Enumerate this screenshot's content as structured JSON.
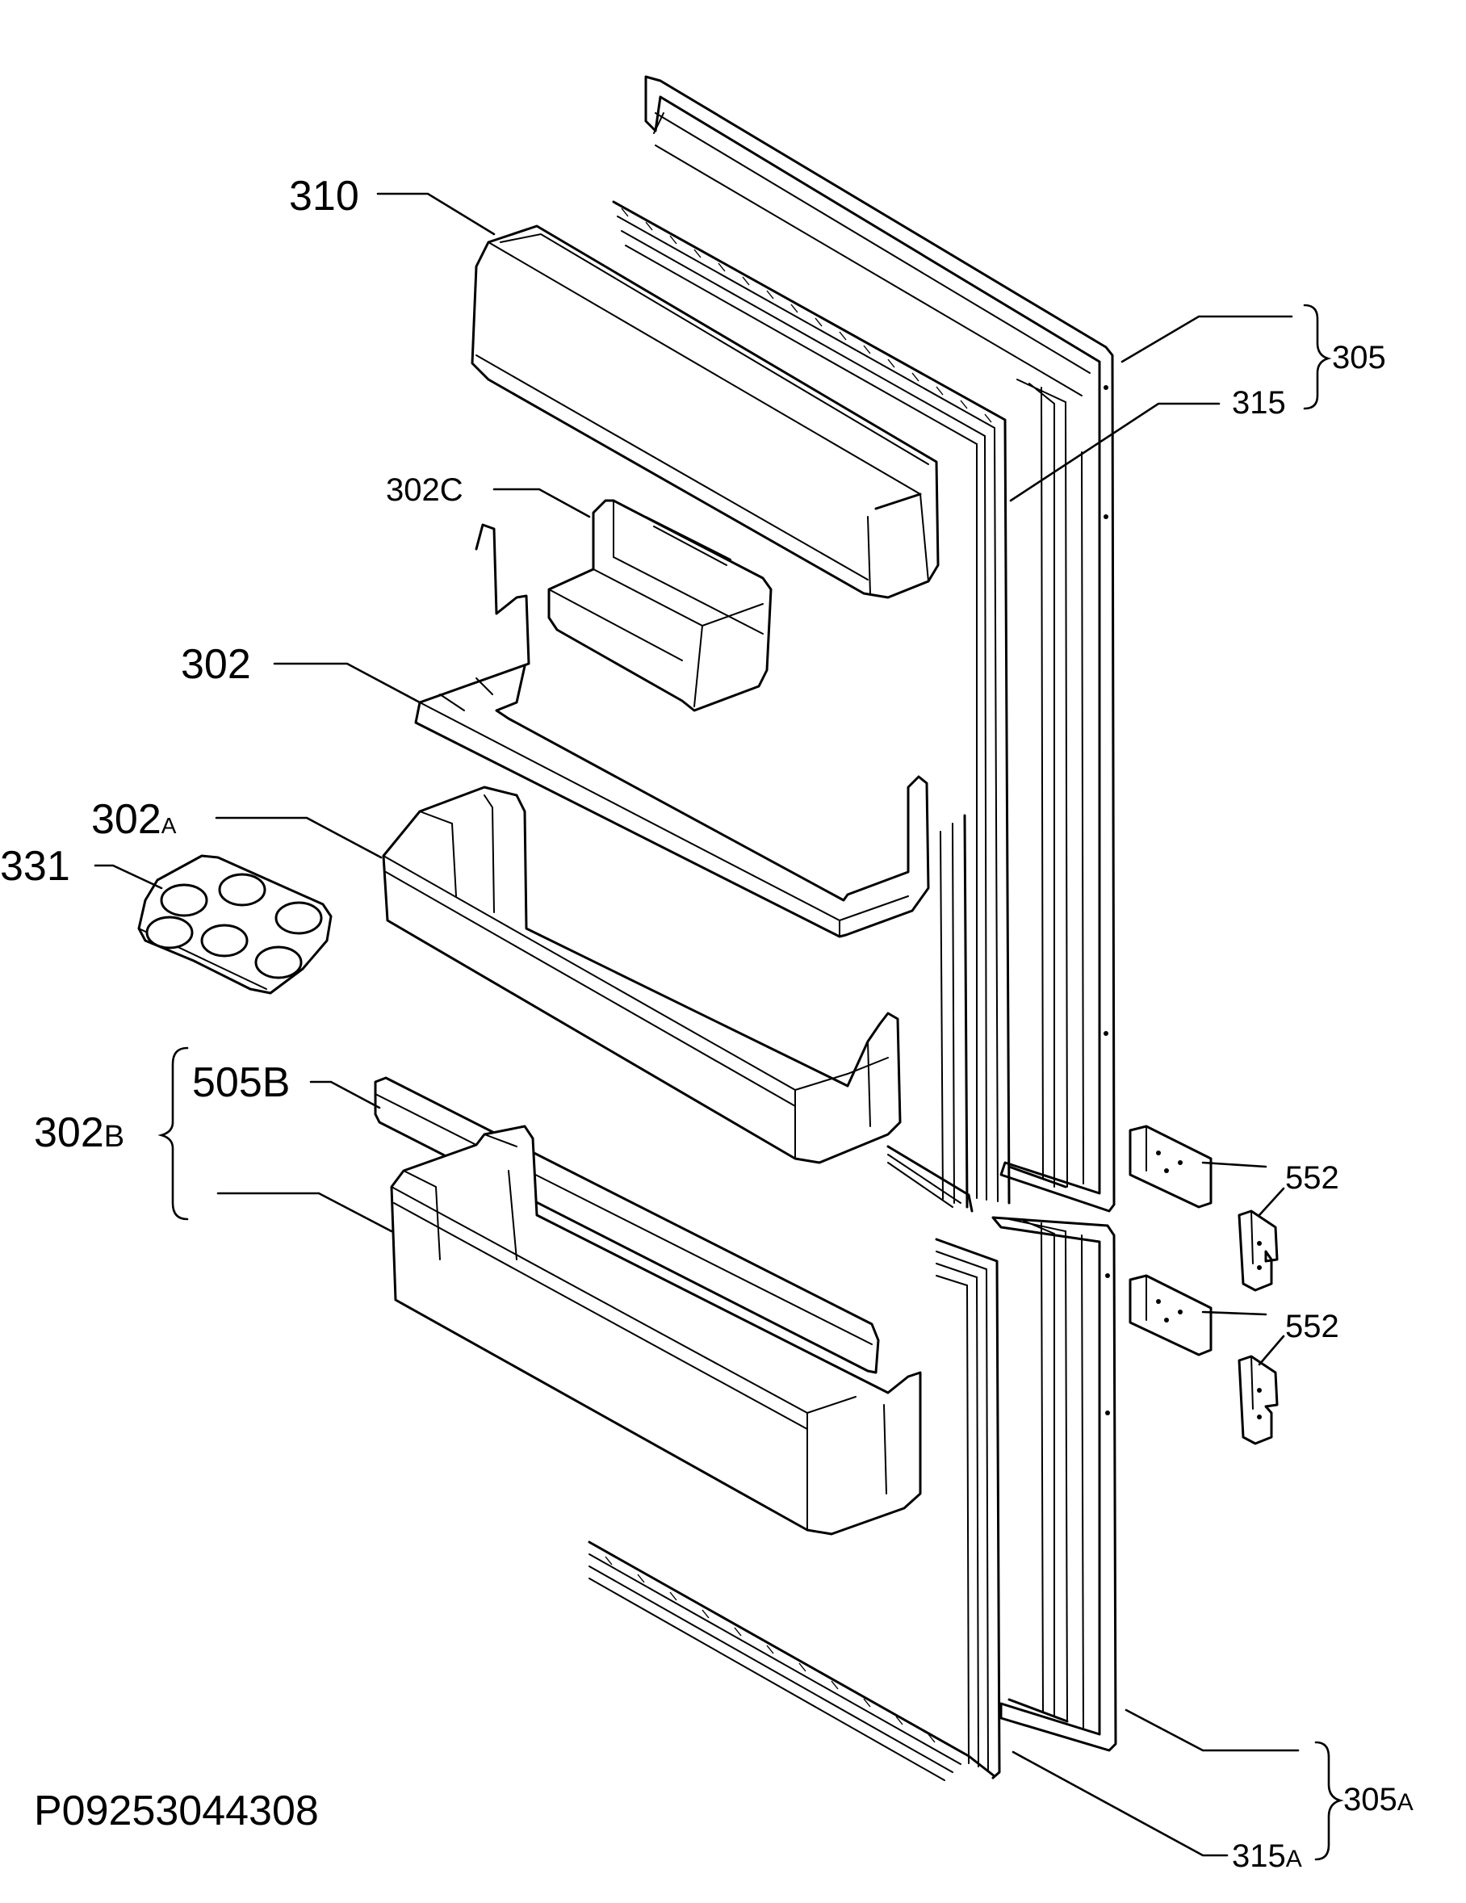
{
  "labels": {
    "l310": "310",
    "l302c": "302C",
    "l302": "302",
    "l302a_main": "302",
    "l302a_sub": "A",
    "l331": "331",
    "l505b": "505B",
    "l302b_main": "302",
    "l302b_sub": "B",
    "l305": "305",
    "l315": "315",
    "l552a": "552",
    "l552b": "552",
    "l305a_main": "305",
    "l305a_sub": "A",
    "l315a_main": "315",
    "l315a_sub": "A"
  },
  "drawing_code": "P09253044308",
  "colors": {
    "line": "#000000",
    "background": "#ffffff"
  }
}
